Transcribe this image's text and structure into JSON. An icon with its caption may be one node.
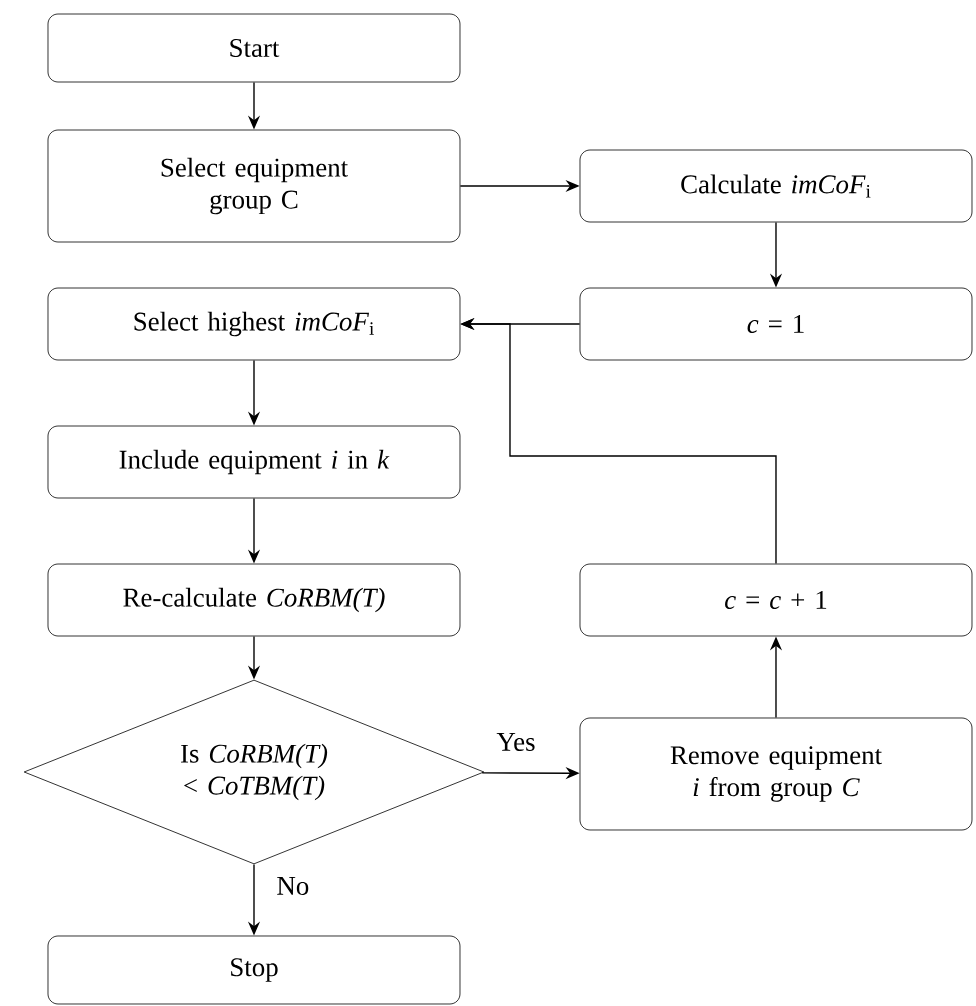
{
  "diagram": {
    "nodes": [
      {
        "text": [
          "Start"
        ]
      },
      {
        "text": [
          "Select equipment group C"
        ]
      },
      {
        "text": [
          "Calculate *imCoF*$_{i}$"
        ]
      },
      {
        "text": [
          "*c* = 1"
        ]
      },
      {
        "text": [
          "Select highest *imCoF*$_{i}$"
        ]
      },
      {
        "text": [
          "Include equipment *i* in *k*"
        ]
      },
      {
        "text": [
          "Re-calculate *CoRBM(T)*"
        ]
      },
      {
        "text": [
          "Is *CoRBM(T)* < *CoTBM(T)*"
        ]
      },
      {
        "text": [
          "Remove equipment *i* from group *C*"
        ]
      },
      {
        "text": [
          "*c* = *c* + 1"
        ]
      },
      {
        "text": [
          "Stop"
        ]
      }
    ],
    "edges": [
      {
        "from": 0,
        "to": 1,
        "arrow": "to"
      },
      {
        "from": 1,
        "to": 2,
        "arrow": "to"
      },
      {
        "from": 2,
        "to": 3,
        "arrow": "to"
      },
      {
        "from": 3,
        "to": 4,
        "arrow": "to"
      },
      {
        "from": 4,
        "to": 5,
        "arrow": "to"
      },
      {
        "from": 5,
        "to": 6,
        "arrow": "to"
      },
      {
        "from": 6,
        "to": 7,
        "arrow": "to"
      },
      {
        "from": 7,
        "to": 8,
        "arrow": "to",
        "label": "Yes"
      },
      {
        "from": 7,
        "to": 10,
        "arrow": "to",
        "label": "No"
      },
      {
        "from": 8,
        "to": 9,
        "arrow": "to"
      },
      {
        "from": 9,
        "to": 4,
        "arrow": "to"
      }
    ]
  }
}
